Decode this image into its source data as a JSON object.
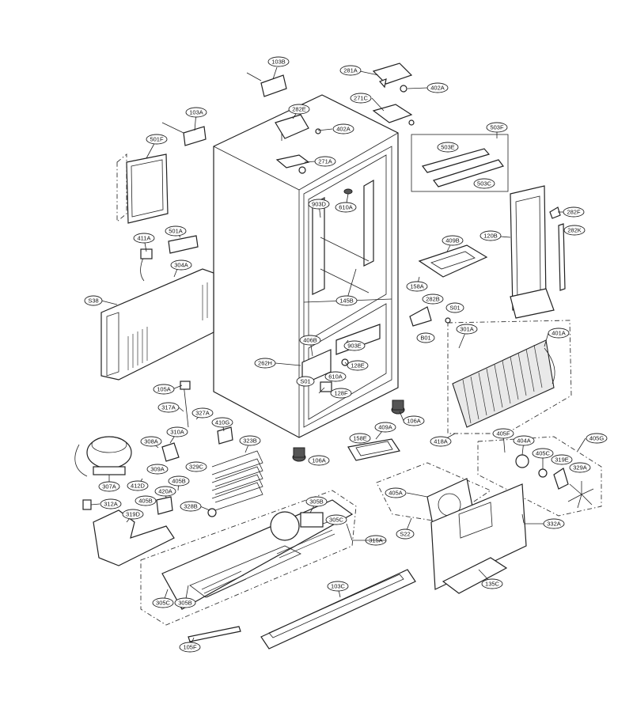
{
  "callouts": [
    {
      "id": "c103b",
      "label": "103B"
    },
    {
      "id": "c281a",
      "label": "281A"
    },
    {
      "id": "c402a1",
      "label": "402A"
    },
    {
      "id": "c271c",
      "label": "271C"
    },
    {
      "id": "c282e",
      "label": "282E"
    },
    {
      "id": "c402a2",
      "label": "402A"
    },
    {
      "id": "c103a",
      "label": "103A"
    },
    {
      "id": "c503f",
      "label": "503F"
    },
    {
      "id": "c503e",
      "label": "503E"
    },
    {
      "id": "c503c",
      "label": "503C"
    },
    {
      "id": "c501f",
      "label": "501F"
    },
    {
      "id": "c271a",
      "label": "271A"
    },
    {
      "id": "c903d",
      "label": "903D"
    },
    {
      "id": "c610a1",
      "label": "610A"
    },
    {
      "id": "c282f",
      "label": "282F"
    },
    {
      "id": "c282k",
      "label": "282K"
    },
    {
      "id": "c120b",
      "label": "120B"
    },
    {
      "id": "c411a",
      "label": "411A"
    },
    {
      "id": "c501a",
      "label": "501A"
    },
    {
      "id": "c409b",
      "label": "409B"
    },
    {
      "id": "c304a",
      "label": "304A"
    },
    {
      "id": "c158a",
      "label": "158A"
    },
    {
      "id": "cs38",
      "label": "S38"
    },
    {
      "id": "c145b",
      "label": "145B"
    },
    {
      "id": "c282b",
      "label": "282B"
    },
    {
      "id": "cs01a",
      "label": "S01"
    },
    {
      "id": "cb01",
      "label": "B01"
    },
    {
      "id": "c301a",
      "label": "301A"
    },
    {
      "id": "c401a",
      "label": "401A"
    },
    {
      "id": "c406b",
      "label": "406B"
    },
    {
      "id": "c903e",
      "label": "903E"
    },
    {
      "id": "c262h",
      "label": "262H"
    },
    {
      "id": "c128e",
      "label": "128E"
    },
    {
      "id": "cs01b",
      "label": "S01"
    },
    {
      "id": "c610a2",
      "label": "610A"
    },
    {
      "id": "c128f",
      "label": "128F"
    },
    {
      "id": "c105a",
      "label": "105A"
    },
    {
      "id": "c317a",
      "label": "317A"
    },
    {
      "id": "c327a",
      "label": "327A"
    },
    {
      "id": "c410g",
      "label": "410G"
    },
    {
      "id": "c106a1",
      "label": "106A"
    },
    {
      "id": "c409a",
      "label": "409A"
    },
    {
      "id": "c308a",
      "label": "308A"
    },
    {
      "id": "c310a",
      "label": "310A"
    },
    {
      "id": "c323b",
      "label": "323B"
    },
    {
      "id": "c158e",
      "label": "158E"
    },
    {
      "id": "c418a",
      "label": "418A"
    },
    {
      "id": "c405f",
      "label": "405F"
    },
    {
      "id": "c404a",
      "label": "404A"
    },
    {
      "id": "c405g",
      "label": "405G"
    },
    {
      "id": "c405c1",
      "label": "405C"
    },
    {
      "id": "c319e",
      "label": "319E"
    },
    {
      "id": "c329a",
      "label": "329A"
    },
    {
      "id": "c106a2",
      "label": "106A"
    },
    {
      "id": "c309a",
      "label": "309A"
    },
    {
      "id": "c329c",
      "label": "329C"
    },
    {
      "id": "c307a",
      "label": "307A"
    },
    {
      "id": "c412d",
      "label": "412D"
    },
    {
      "id": "c405b1",
      "label": "405B"
    },
    {
      "id": "c420a",
      "label": "420A"
    },
    {
      "id": "c312a",
      "label": "312A"
    },
    {
      "id": "c405b2",
      "label": "405B"
    },
    {
      "id": "c328b",
      "label": "328B"
    },
    {
      "id": "c405a",
      "label": "405A"
    },
    {
      "id": "c319d",
      "label": "319D"
    },
    {
      "id": "c305b1",
      "label": "305B"
    },
    {
      "id": "c305c1",
      "label": "305C"
    },
    {
      "id": "c332a",
      "label": "332A"
    },
    {
      "id": "cs22",
      "label": "S22"
    },
    {
      "id": "c315a",
      "label": "315A"
    },
    {
      "id": "c135c",
      "label": "135C"
    },
    {
      "id": "c103c",
      "label": "103C"
    },
    {
      "id": "c305c2",
      "label": "305C"
    },
    {
      "id": "c305b2",
      "label": "305B"
    },
    {
      "id": "c105f",
      "label": "105F"
    }
  ]
}
